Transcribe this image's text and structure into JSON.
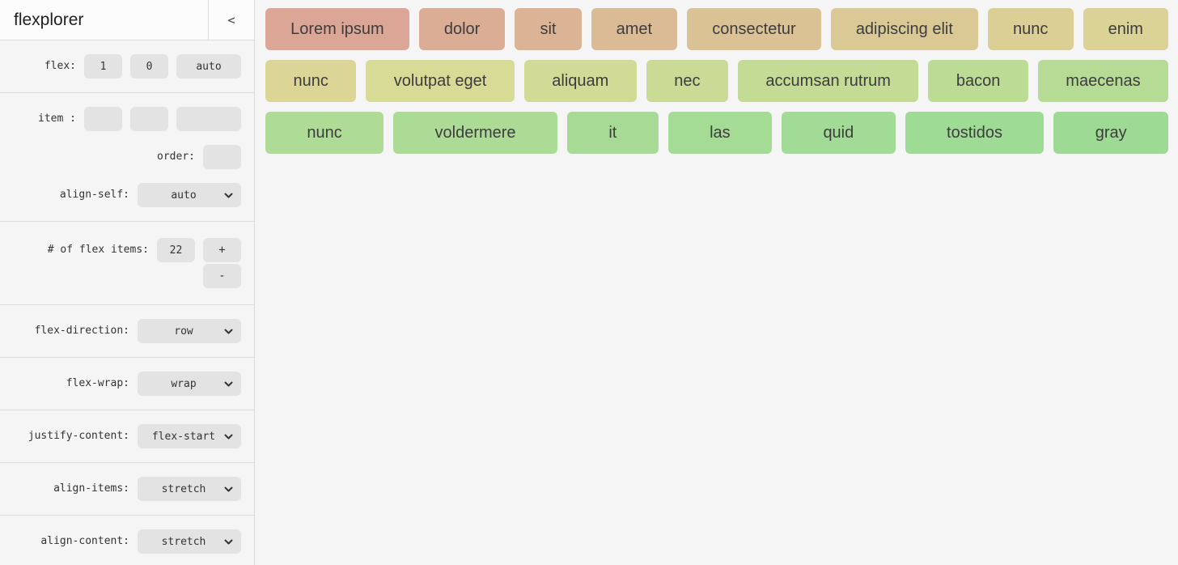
{
  "app": {
    "title": "flexplorer",
    "collapse_icon": "<"
  },
  "sidebar": {
    "flex": {
      "label": "flex:",
      "grow": "1",
      "shrink": "0",
      "basis": "auto"
    },
    "item": {
      "label": "item :",
      "values": [
        "",
        "",
        ""
      ]
    },
    "order": {
      "label": "order:",
      "value": ""
    },
    "align_self": {
      "label": "align-self:",
      "value": "auto"
    },
    "count": {
      "label": "# of flex items:",
      "value": "22",
      "plus": "+",
      "minus": "-"
    },
    "flex_direction": {
      "label": "flex-direction:",
      "value": "row"
    },
    "flex_wrap": {
      "label": "flex-wrap:",
      "value": "wrap"
    },
    "justify_content": {
      "label": "justify-content:",
      "value": "flex-start"
    },
    "align_items": {
      "label": "align-items:",
      "value": "stretch"
    },
    "align_content": {
      "label": "align-content:",
      "value": "stretch"
    }
  },
  "main": {
    "rows": [
      {
        "items": [
          {
            "label": "Lorem ipsum",
            "color": "#dba695"
          },
          {
            "label": "dolor",
            "color": "#dbad95"
          },
          {
            "label": "sit",
            "color": "#dbb495"
          },
          {
            "label": "amet",
            "color": "#dbbb95"
          },
          {
            "label": "consectetur",
            "color": "#dbc295"
          },
          {
            "label": "adipiscing elit",
            "color": "#dbc995"
          },
          {
            "label": "nunc",
            "color": "#dbcf95"
          },
          {
            "label": "enim",
            "color": "#dbd295"
          }
        ]
      },
      {
        "items": [
          {
            "label": "nunc",
            "color": "#dbd695"
          },
          {
            "label": "volutpat eget",
            "color": "#d8db95"
          },
          {
            "label": "aliquam",
            "color": "#d1db95"
          },
          {
            "label": "nec",
            "color": "#cadb95"
          },
          {
            "label": "accumsan rutrum",
            "color": "#c3db95"
          },
          {
            "label": "bacon",
            "color": "#bcdb95"
          },
          {
            "label": "maecenas",
            "color": "#b5db95"
          }
        ]
      },
      {
        "items": [
          {
            "label": "nunc",
            "color": "#aedb95"
          },
          {
            "label": "voldermere",
            "color": "#abdb95"
          },
          {
            "label": "it",
            "color": "#a7db95"
          },
          {
            "label": "las",
            "color": "#a4db95"
          },
          {
            "label": "quid",
            "color": "#a1db95"
          },
          {
            "label": "tostidos",
            "color": "#9edb95"
          },
          {
            "label": "gray",
            "color": "#9ddb95"
          }
        ]
      }
    ]
  }
}
